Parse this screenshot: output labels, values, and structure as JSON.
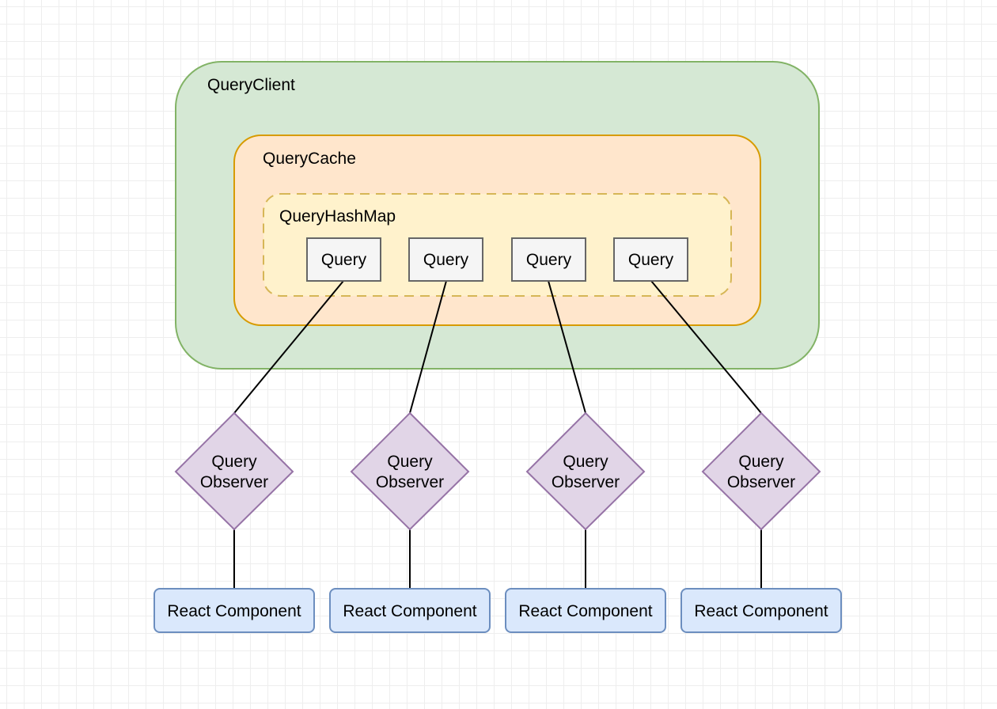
{
  "query_client": {
    "label": "QueryClient",
    "fill": "#d5e8d4",
    "stroke": "#82b366"
  },
  "query_cache": {
    "label": "QueryCache",
    "fill": "#ffe6cc",
    "stroke": "#d79b00"
  },
  "query_hash_map": {
    "label": "QueryHashMap",
    "fill": "#fff2cc",
    "stroke": "#d6b656"
  },
  "queries": [
    {
      "label": "Query"
    },
    {
      "label": "Query"
    },
    {
      "label": "Query"
    },
    {
      "label": "Query"
    }
  ],
  "query_style": {
    "fill": "#f5f5f5",
    "stroke": "#666666"
  },
  "observers": [
    {
      "line1": "Query",
      "line2": "Observer"
    },
    {
      "line1": "Query",
      "line2": "Observer"
    },
    {
      "line1": "Query",
      "line2": "Observer"
    },
    {
      "line1": "Query",
      "line2": "Observer"
    }
  ],
  "observer_style": {
    "fill": "#e1d5e7",
    "stroke": "#9673a6"
  },
  "components": [
    {
      "label": "React Component"
    },
    {
      "label": "React Component"
    },
    {
      "label": "React Component"
    },
    {
      "label": "React Component"
    }
  ],
  "component_style": {
    "fill": "#dae8fc",
    "stroke": "#6c8ebf"
  }
}
